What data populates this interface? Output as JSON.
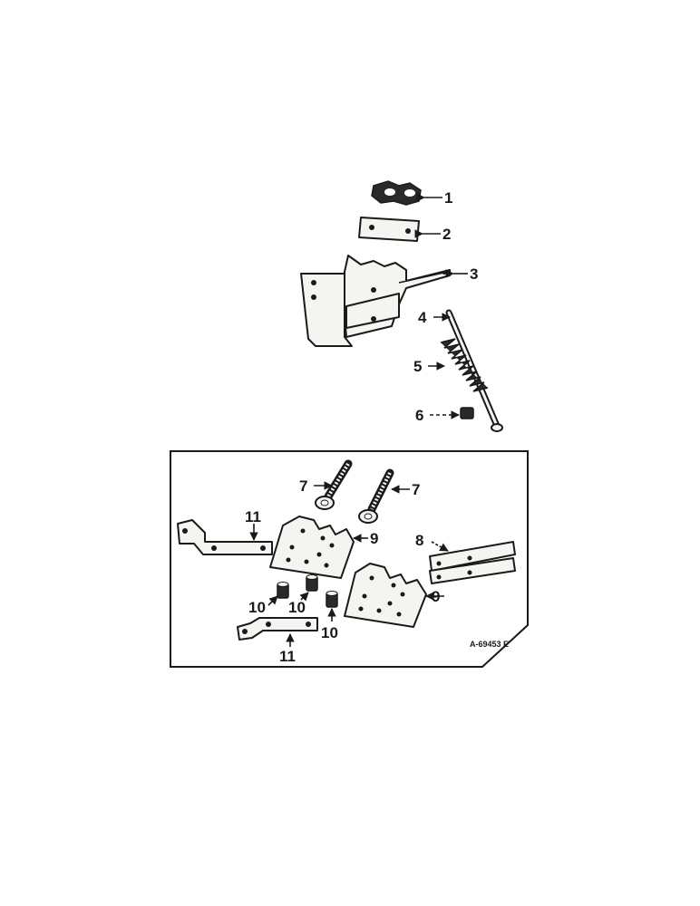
{
  "callouts": {
    "c1": "1",
    "c2": "2",
    "c3": "3",
    "c4": "4",
    "c5": "5",
    "c6": "6",
    "c7a": "7",
    "c7b": "7",
    "c8": "8",
    "c9a": "9",
    "c9b": "9",
    "c10a": "10",
    "c10b": "10",
    "c10c": "10",
    "c11a": "11",
    "c11b": "11"
  },
  "drawing_code": "A-69453 E"
}
